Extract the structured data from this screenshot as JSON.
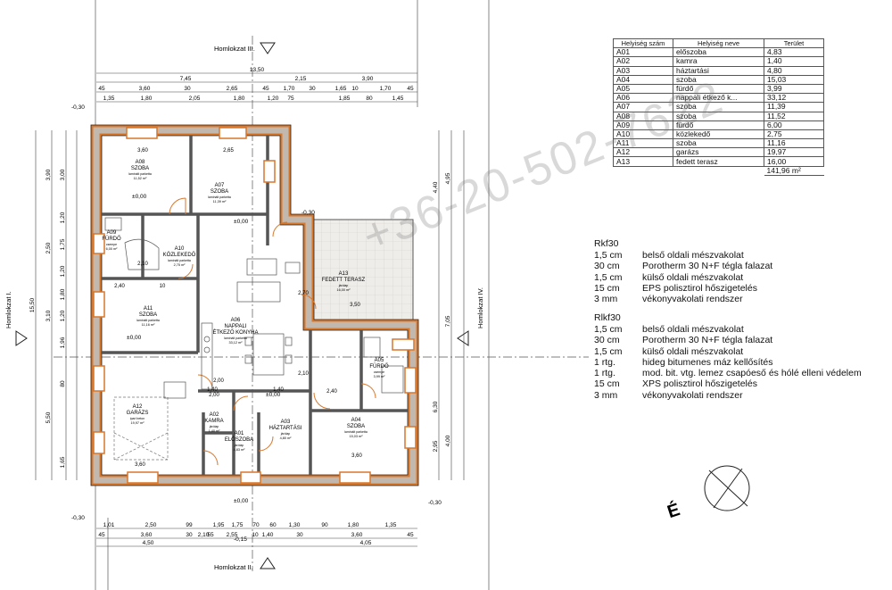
{
  "facades": {
    "north": "Homlokzat III.",
    "south": "Homlokzat II.",
    "west": "Homlokzat I.",
    "east": "Homlokzat IV."
  },
  "compass": "É",
  "watermark": "+36-20-502-7622",
  "dimensions": {
    "top_total": "13,50",
    "top_row2": [
      "7,45",
      "2,15",
      "3,90"
    ],
    "top_row3": [
      "45",
      "3,60",
      "30",
      "2,65",
      "45",
      "1,70",
      "30",
      "1,65",
      "10",
      "1,70",
      "45"
    ],
    "top_row4": [
      "1,35",
      "1,80",
      "2,05",
      "1,80",
      "1,20",
      "75",
      "1,85",
      "80",
      "1,45"
    ],
    "bottom_row1": [
      "1,01",
      "2,50",
      "99",
      "1,95",
      "1,75",
      "70",
      "60",
      "1,30",
      "90",
      "1,80",
      "1,35"
    ],
    "bottom_row2": [
      "45",
      "3,60",
      "30",
      "2,10",
      "55",
      "2,55",
      "10",
      "1,40",
      "30",
      "3,60",
      "45"
    ],
    "bottom_row3": [
      "4,50",
      "4,05"
    ],
    "left_total": "15,50",
    "left_parts": [
      "3,90",
      "2,50",
      "3,10",
      "5,50"
    ],
    "left_sub": [
      "3,00",
      "1,20",
      "1,75",
      "1,20",
      "1,80",
      "1,20",
      "1,96",
      "80",
      "1,65"
    ],
    "right_parts": [
      "4,40",
      "6,30",
      "2,95"
    ],
    "right_sub": [
      "4,95",
      "7,05",
      "4,00"
    ],
    "levels": [
      "-0,30",
      "±0,00",
      "-0,15"
    ]
  },
  "rooms": [
    {
      "code": "A08",
      "name": "SZOBA",
      "sub": "laminált parketta",
      "area": "11,52 m²"
    },
    {
      "code": "A07",
      "name": "SZOBA",
      "sub": "laminált parketta",
      "area": "11,39 m²"
    },
    {
      "code": "A09",
      "name": "FÜRDŐ",
      "sub": "csempe",
      "area": "6,00 m²"
    },
    {
      "code": "A10",
      "name": "KÖZLEKEDŐ",
      "sub": "laminált parketta",
      "area": "2,75 m²"
    },
    {
      "code": "A11",
      "name": "SZOBA",
      "sub": "laminált parketta",
      "area": "11,16 m²"
    },
    {
      "code": "A06",
      "name": "NAPPALI",
      "name2": "ÉTKEZŐ KONYHA",
      "sub": "laminált parketta",
      "area": "33,12 m²"
    },
    {
      "code": "A13",
      "name": "FEDETT TERASZ",
      "sub": "járólap",
      "area": "16,00 m²"
    },
    {
      "code": "A12",
      "name": "GARÁZS",
      "sub": "ipari beton",
      "area": "19,97 m²"
    },
    {
      "code": "A02",
      "name": "KAMRA",
      "sub": "járólap",
      "area": "1,40 m²"
    },
    {
      "code": "A01",
      "name": "ELŐSZOBA",
      "sub": "járólap",
      "area": "4,83 m²"
    },
    {
      "code": "A03",
      "name": "HÁZTARTÁSI",
      "sub": "járólap",
      "area": "4,80 m²"
    },
    {
      "code": "A05",
      "name": "FÜRDŐ",
      "sub": "csempe",
      "area": "3,99 m²"
    },
    {
      "code": "A04",
      "name": "SZOBA",
      "sub": "laminált parketta",
      "area": "15,03 m²"
    }
  ],
  "plan_labels": [
    "3,60",
    "2,65",
    "2,40",
    "10",
    "3,60",
    "3,50",
    "3,60",
    "2,00",
    "1,40",
    "1,40",
    "2,10",
    "2,00",
    "2,10",
    "2,70",
    "2,40"
  ],
  "room_table": {
    "headers": [
      "Helyiség szám",
      "Helyiség neve",
      "Terület"
    ],
    "rows": [
      [
        "A01",
        "előszoba",
        "4,83"
      ],
      [
        "A02",
        "kamra",
        "1,40"
      ],
      [
        "A03",
        "háztartási",
        "4,80"
      ],
      [
        "A04",
        "szoba",
        "15,03"
      ],
      [
        "A05",
        "fürdő",
        "3,99"
      ],
      [
        "A06",
        "nappali étkező k...",
        "33,12"
      ],
      [
        "A07",
        "szoba",
        "11,39"
      ],
      [
        "A08",
        "szoba",
        "11,52"
      ],
      [
        "A09",
        "fürdő",
        "6,00"
      ],
      [
        "A10",
        "közlekedő",
        "2,75"
      ],
      [
        "A11",
        "szoba",
        "11,16"
      ],
      [
        "A12",
        "garázs",
        "19,97"
      ],
      [
        "A13",
        "fedett terasz",
        "16,00"
      ]
    ],
    "total": "141,96 m²"
  },
  "wall_types": [
    {
      "code": "Rkf30",
      "layers": [
        [
          "1,5 cm",
          "belső oldali mészvakolat"
        ],
        [
          "30 cm",
          "Porotherm 30 N+F tégla falazat"
        ],
        [
          "1,5 cm",
          "külső oldali mészvakolat"
        ],
        [
          "15 cm",
          "EPS polisztirol hőszigetelés"
        ],
        [
          "3 mm",
          "vékonyvakolati rendszer"
        ]
      ]
    },
    {
      "code": "Rlkf30",
      "layers": [
        [
          "1,5 cm",
          "belső oldali mészvakolat"
        ],
        [
          "30 cm",
          "Porotherm 30 N+F tégla falazat"
        ],
        [
          "1,5 cm",
          "külső oldali mészvakolat"
        ],
        [
          "1 rtg.",
          "hideg bitumenes máz kellősítés"
        ],
        [
          "1 rtg.",
          "mod. bit. vtg. lemez csapóeső és hólé elleni védelem"
        ],
        [
          "15 cm",
          "XPS polisztirol hőszigetelés"
        ],
        [
          "3 mm",
          "vékonyvakolati rendszer"
        ]
      ]
    }
  ],
  "colors": {
    "wall_outer": "#d9772b",
    "wall_core": "#c2b8ad",
    "line": "#222222",
    "dim": "#444444",
    "terrace": "#ebe8e3"
  }
}
